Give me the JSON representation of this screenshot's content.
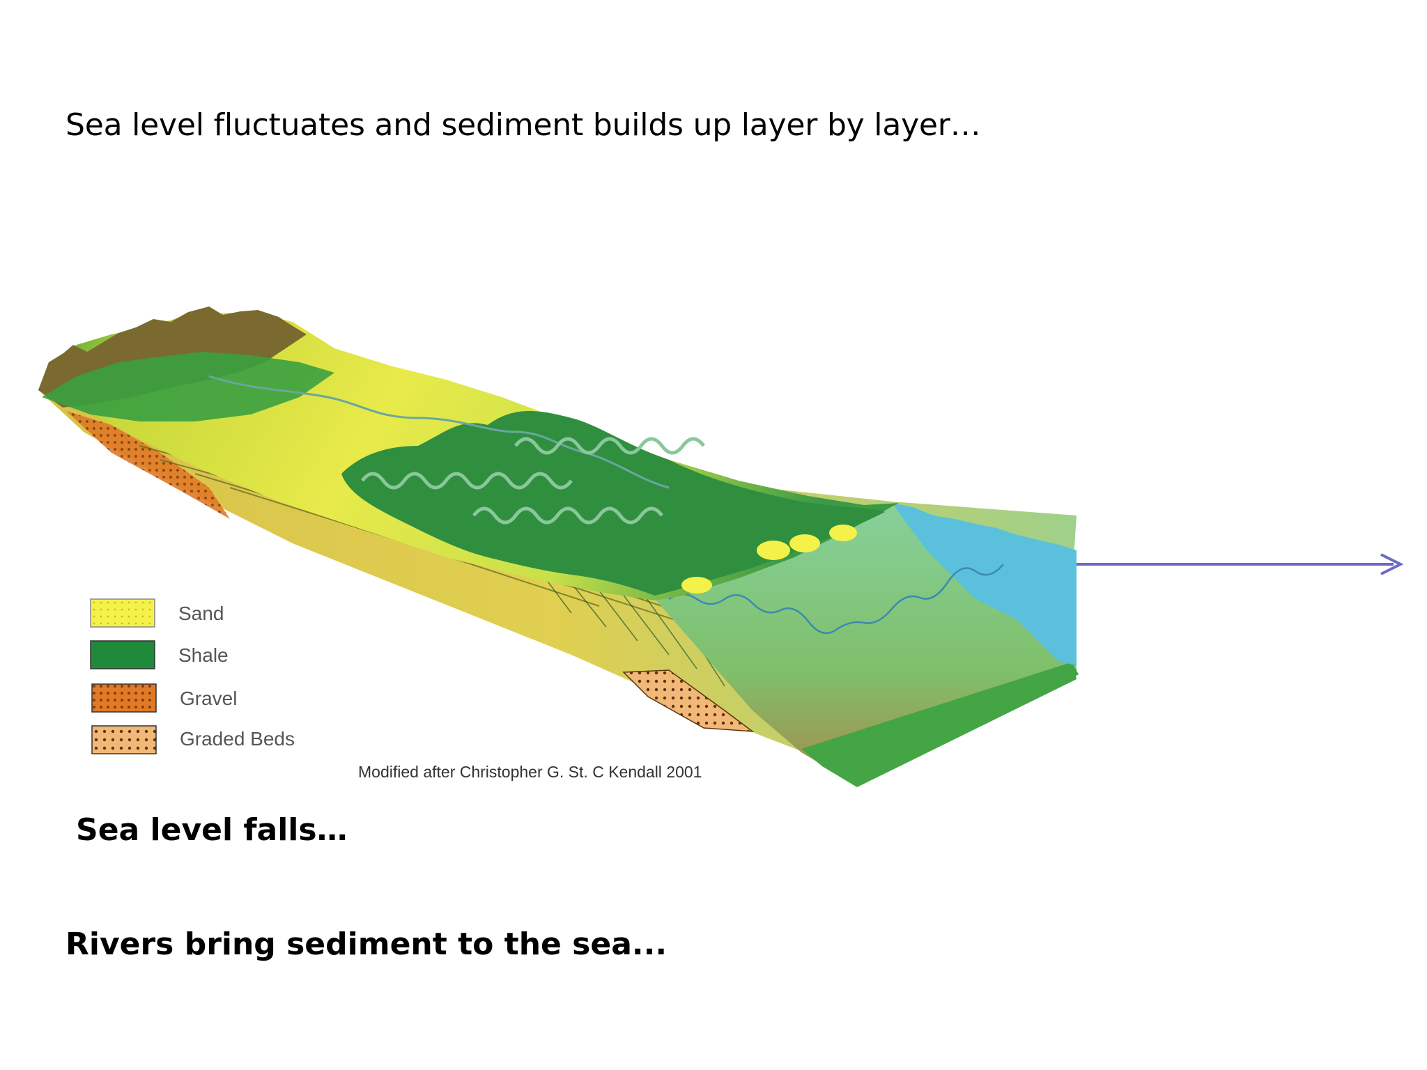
{
  "slide": {
    "heading": "Sea level fluctuates and sediment builds up layer by layer…",
    "caption_sea_level": "Sea level falls…",
    "caption_rivers": "Rivers bring sediment to the sea..."
  },
  "diagram": {
    "legend": [
      {
        "label": "Sand",
        "icon": "sand-swatch",
        "color": "#f4f24a"
      },
      {
        "label": "Shale",
        "icon": "shale-swatch",
        "color": "#1f8a3a"
      },
      {
        "label": "Gravel",
        "icon": "gravel-swatch",
        "color": "#e07a26"
      },
      {
        "label": "Graded Beds",
        "icon": "graded-beds-swatch",
        "color": "#f2b877"
      }
    ],
    "credit": "Modified after Christopher G. St. C Kendall 2001",
    "colors": {
      "sea": "#5bc0dc",
      "arrow": "#6b6bc4",
      "land_yellow": "#e8ea4a",
      "land_green": "#2f9a45",
      "slope_green": "#7fcb8a",
      "mountain_brown": "#7a6a30"
    }
  }
}
